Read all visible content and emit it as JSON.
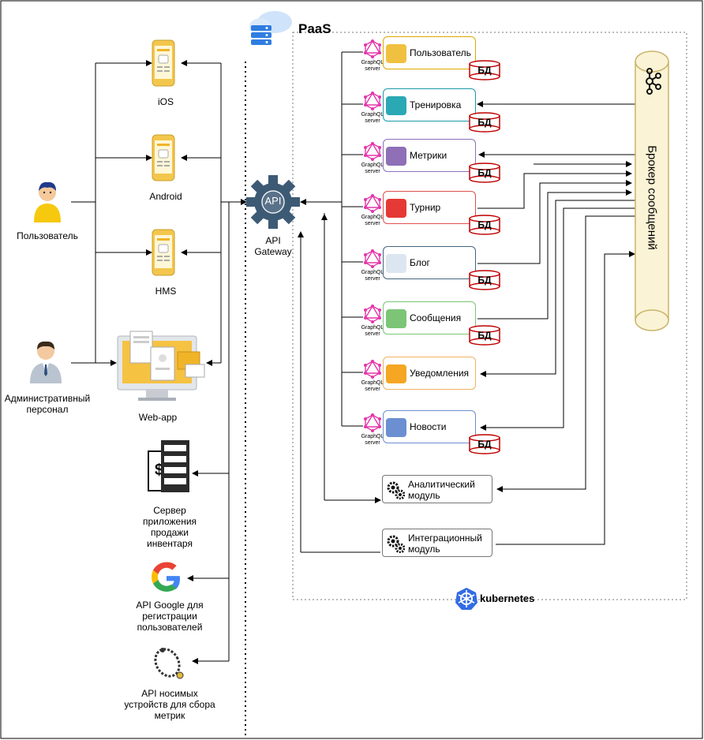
{
  "platform": {
    "paas_label": "PaaS",
    "k8s_label": "kubernetes"
  },
  "actors": {
    "user": "Пользователь",
    "admin": "Административный персонал"
  },
  "clients": {
    "ios": "iOS",
    "android": "Android",
    "hms": "HMS",
    "web": "Web-app"
  },
  "gateway": {
    "icon_text": "API",
    "label": "API Gateway"
  },
  "external": {
    "inventory": "Сервер приложения продажи инвентаря",
    "google": "API Google для регистрации пользователей",
    "wearables": "API носимых устройств для сбора метрик"
  },
  "graphql_label": "GraphQL server",
  "db_label": "БД",
  "services": [
    {
      "name": "Пользователь",
      "color": "#f0c040",
      "border": "#e0a800"
    },
    {
      "name": "Тренировка",
      "color": "#2aa8b4",
      "border": "#1a9aa8"
    },
    {
      "name": "Метрики",
      "color": "#8e6fb8",
      "border": "#8e6fb8"
    },
    {
      "name": "Турнир",
      "color": "#e53935",
      "border": "#e05050"
    },
    {
      "name": "Блог",
      "color": "#dce6f0",
      "border": "#45647e"
    },
    {
      "name": "Сообщения",
      "color": "#7cc576",
      "border": "#7cc576"
    },
    {
      "name": "Уведомления",
      "color": "#f5a623",
      "border": "#f0b060"
    },
    {
      "name": "Новости",
      "color": "#6b8fd0",
      "border": "#6b8fd0"
    }
  ],
  "modules": {
    "analytics": "Аналитический модуль",
    "integration": "Интеграционный модуль"
  },
  "broker": {
    "label": "Брокер сообщений"
  },
  "colors": {
    "graphql": "#e535ab",
    "db": "#c00000",
    "broker_fill": "#fbf3d5",
    "k8s": "#326ce5"
  }
}
